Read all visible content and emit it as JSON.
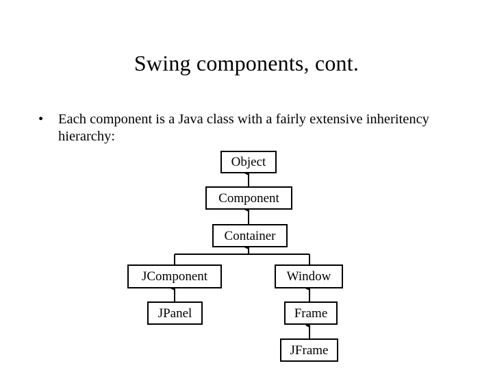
{
  "slide": {
    "title": "Swing components, cont.",
    "bullets": [
      {
        "marker": "•",
        "text": "Each component is a Java class with a fairly extensive inheritency hierarchy:"
      }
    ]
  },
  "diagram": {
    "type": "class-inheritance-hierarchy",
    "arrow_direction": "child-points-to-parent",
    "line_color": "#000000",
    "box_fill": "#ffffff",
    "nodes": {
      "object": "Object",
      "component": "Component",
      "container": "Container",
      "jcomponent": "JComponent",
      "window": "Window",
      "jpanel": "JPanel",
      "frame": "Frame",
      "jframe": "JFrame"
    },
    "edges": [
      {
        "from": "Component",
        "to": "Object"
      },
      {
        "from": "Container",
        "to": "Component"
      },
      {
        "from": "JComponent",
        "to": "Container"
      },
      {
        "from": "Window",
        "to": "Container"
      },
      {
        "from": "JPanel",
        "to": "JComponent"
      },
      {
        "from": "Frame",
        "to": "Window"
      },
      {
        "from": "JFrame",
        "to": "Frame"
      }
    ]
  }
}
